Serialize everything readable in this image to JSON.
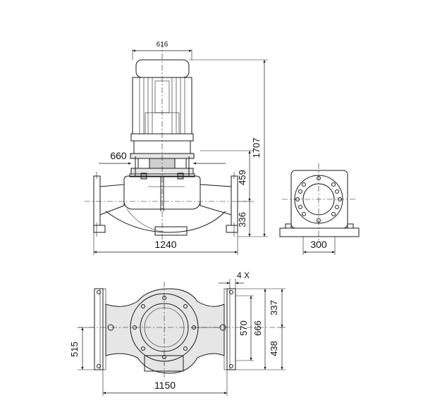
{
  "dimensions": {
    "motor_width": "616",
    "flange_width": "660",
    "total_height": "1707",
    "upper_height": "459",
    "axis_height": "336",
    "length_side": "1240",
    "foot_width": "300",
    "holes": "4 X",
    "hole_upper": "337",
    "hole_spacing_a": "570",
    "hole_spacing_b": "666",
    "hole_lower": "438",
    "side_offset": "515",
    "length_top": "1150"
  }
}
